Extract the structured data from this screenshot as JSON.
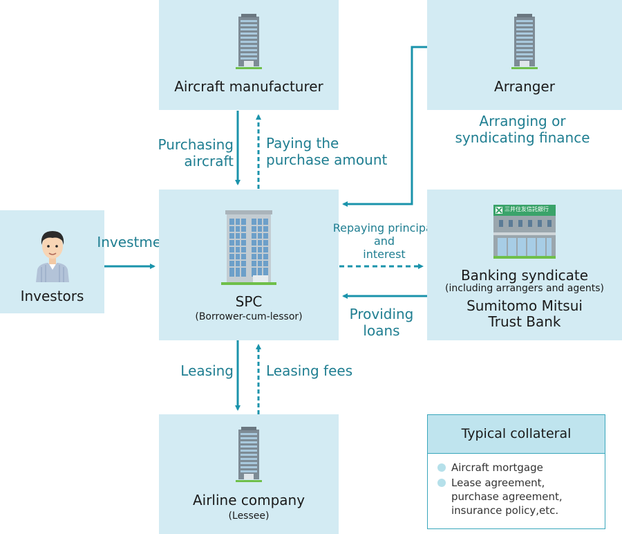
{
  "nodes": {
    "manufacturer": {
      "title": "Aircraft manufacturer"
    },
    "arranger": {
      "title": "Arranger"
    },
    "spc": {
      "title": "SPC",
      "subtitle": "(Borrower-cum-lessor)"
    },
    "investors": {
      "title": "Investors"
    },
    "banking": {
      "title": "Banking syndicate",
      "subtitle": "(including arrangers and agents)",
      "bank_line1": "Sumitomo Mitsui",
      "bank_line2": "Trust Bank"
    },
    "airline": {
      "title": "Airline company",
      "subtitle": "(Lessee)"
    }
  },
  "labels": {
    "arranging_1": "Arranging or",
    "arranging_2": "syndicating finance",
    "purchasing_1": "Purchasing",
    "purchasing_2": "aircraft",
    "paying_1": "Paying the",
    "paying_2": "purchase amount",
    "investment": "Investment",
    "repaying_1": "Repaying principal",
    "repaying_2": "and",
    "repaying_3": "interest",
    "providing_1": "Providing",
    "providing_2": "loans",
    "leasing": "Leasing",
    "leasing_fees": "Leasing fees"
  },
  "bank_sign": "三井住友信託銀行",
  "collateral": {
    "title": "Typical collateral",
    "items": [
      [
        "Aircraft mortgage"
      ],
      [
        "Lease agreement,",
        "purchase agreement,",
        "insurance policy,etc."
      ]
    ]
  },
  "colors": {
    "box": "#d3ebf3",
    "arrow": "#1a93ab",
    "label": "#1f7e91"
  }
}
